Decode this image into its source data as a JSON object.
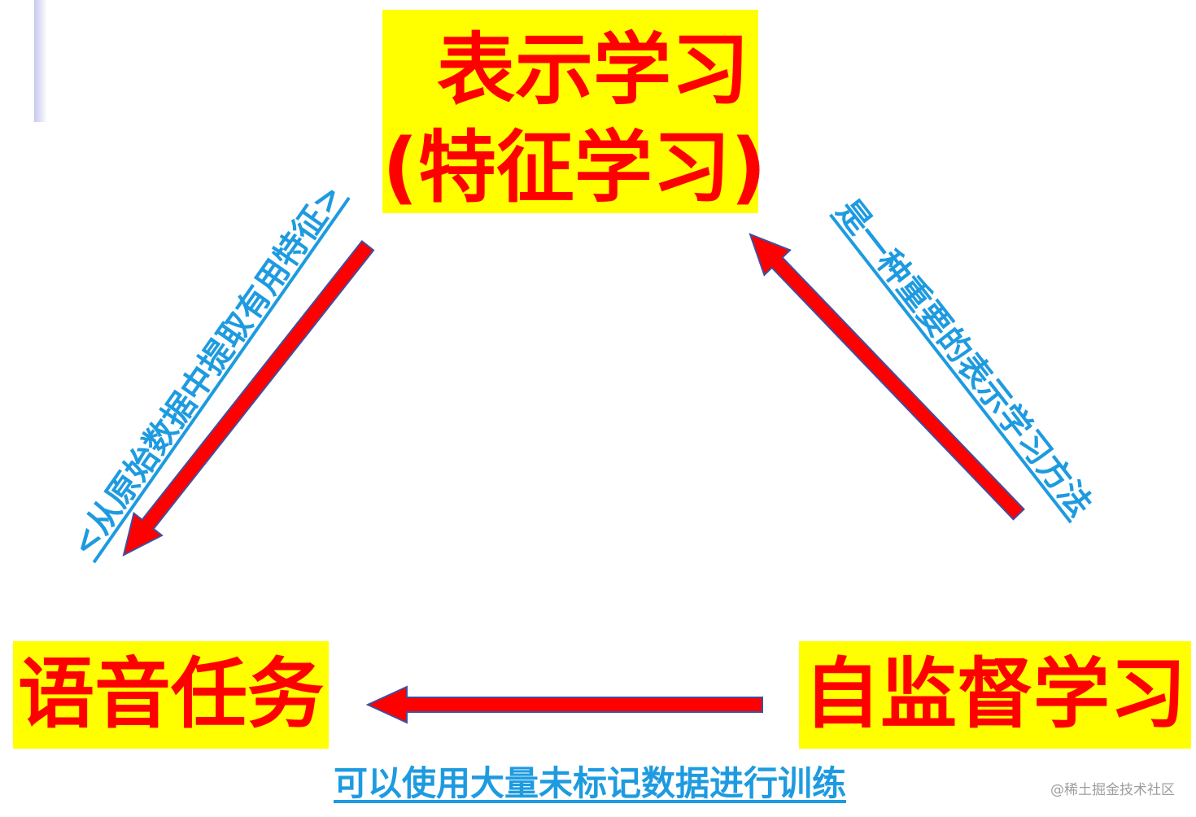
{
  "nodes": {
    "representation_learning": {
      "line1": "表示学习",
      "line2": "(特征学习)"
    },
    "speech_tasks": "语音任务",
    "self_supervised_learning": "自监督学习"
  },
  "edge_labels": {
    "representation_to_speech": "<从原始数据中提取有用特征>",
    "self_supervised_to_representation": "是一种重要的表示学习方法",
    "self_supervised_to_speech": "可以使用大量未标记数据进行训练"
  },
  "watermark": "@稀土掘金技术社区",
  "colors": {
    "box_fill": "#ffff00",
    "box_text": "#ff0000",
    "arrow_fill": "#ff0000",
    "arrow_stroke": "#3f4fa0",
    "label_text": "#1e9be0"
  }
}
